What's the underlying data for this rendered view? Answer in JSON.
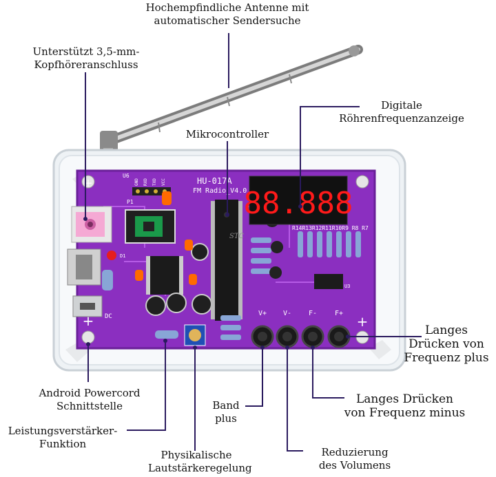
{
  "annotations": {
    "antenna": [
      "Hochempfindliche Antenne mit",
      "automatischer Sendersuche"
    ],
    "headphone": [
      "Unterstützt 3,5-mm-",
      "Kopfhöreranschluss"
    ],
    "microcontroller": "Mikrocontroller",
    "display": [
      "Digitale",
      "Röhrenfrequenzanzeige"
    ],
    "freq_plus": [
      "Langes",
      "Drücken von",
      "Frequenz plus"
    ],
    "power_cord": [
      "Android Powercord",
      "Schnittstelle"
    ],
    "amplifier": [
      "Leistungsverstärker-",
      "Funktion"
    ],
    "band_plus": [
      "Band",
      "plus"
    ],
    "freq_minus": [
      "Langes Drücken",
      "von Frequenz minus"
    ],
    "volume_down": [
      "Reduzierung",
      "des Volumens"
    ],
    "volume_control": [
      "Physikalische",
      "Lautstärkeregelung"
    ]
  },
  "board": {
    "model": "HU-017A",
    "version": "FM Radio_V4.0",
    "display_digits": "88.888",
    "buttons": [
      "V+",
      "V-",
      "F-",
      "F+"
    ],
    "dc_label": "DC",
    "resistor_labels": "R14R13R12R11R10R9 R8 R7",
    "chip_mark": "STC",
    "pins": [
      "GND",
      "RXD",
      "TXD",
      "VCC"
    ],
    "header_label": "P1",
    "ic_label": "U6",
    "ic_label_2": "U3",
    "led_label": "D1"
  },
  "colors": {
    "pcb": "#8b2fc0",
    "pcb_dark": "#6a1f99",
    "display_red": "#ff1a1a",
    "callout_line": "#2a1a5e"
  }
}
